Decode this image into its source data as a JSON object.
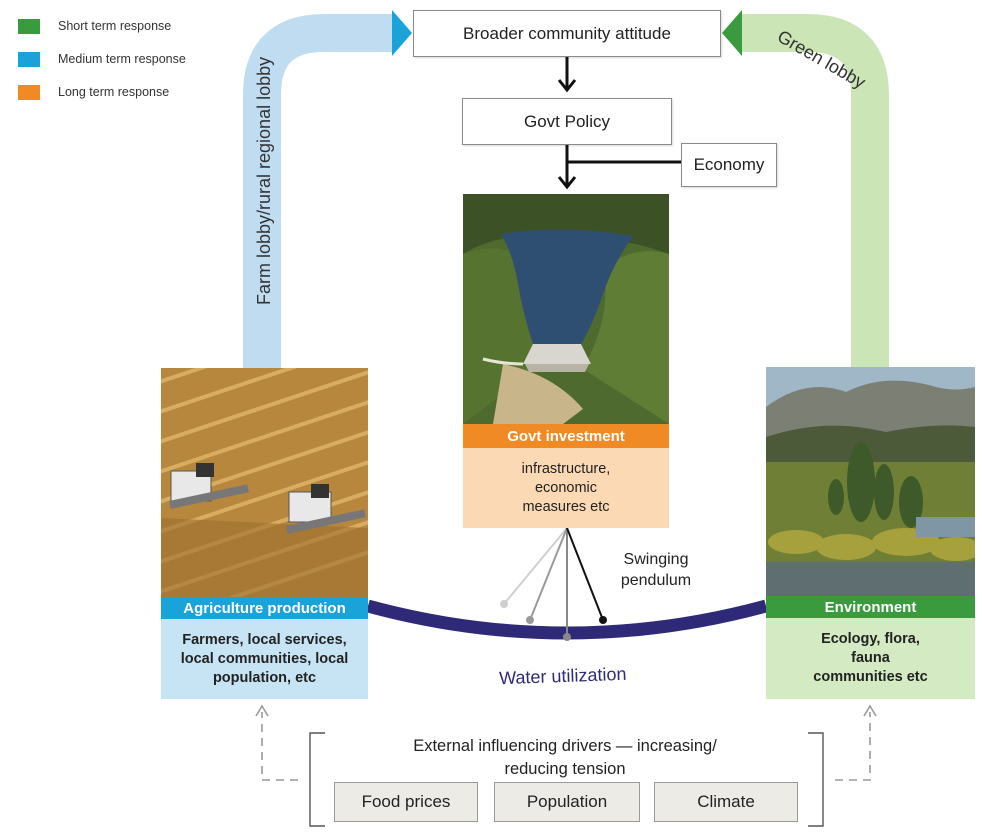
{
  "legend": [
    {
      "label": "Short term response",
      "color": "#3a9a3e"
    },
    {
      "label": "Medium term response",
      "color": "#1aa3d9"
    },
    {
      "label": "Long term response",
      "color": "#f08a24"
    }
  ],
  "top_box": "Broader community attitude",
  "govt_policy": "Govt Policy",
  "economy": "Economy",
  "left_lobby": "Farm lobby/rural regional lobby",
  "right_lobby": "Green lobby",
  "govt_investment": {
    "title": "Govt investment",
    "body": "infrastructure,\neconomic\nmeasures etc",
    "header_color": "#f08a24",
    "body_color": "#fbd9b4"
  },
  "agriculture": {
    "title": "Agriculture production",
    "body": "Farmers, local services,\nlocal communities, local\npopulation, etc",
    "header_color": "#1aa3d9",
    "body_color": "#c7e4f4"
  },
  "environment": {
    "title": "Environment",
    "body": "Ecology, flora,\nfauna\ncommunities etc",
    "header_color": "#3a9a3e",
    "body_color": "#d3eac3"
  },
  "pendulum_label": "Swinging\npendulum",
  "water_label": "Water utilization",
  "drivers": {
    "heading": "External influencing drivers — increasing/\nreducing tension",
    "items": [
      "Food prices",
      "Population",
      "Climate"
    ]
  },
  "colors": {
    "left_arrow": "#c0dcf0",
    "right_arrow": "#cbe5b6",
    "water_arc": "#2e2a78"
  }
}
